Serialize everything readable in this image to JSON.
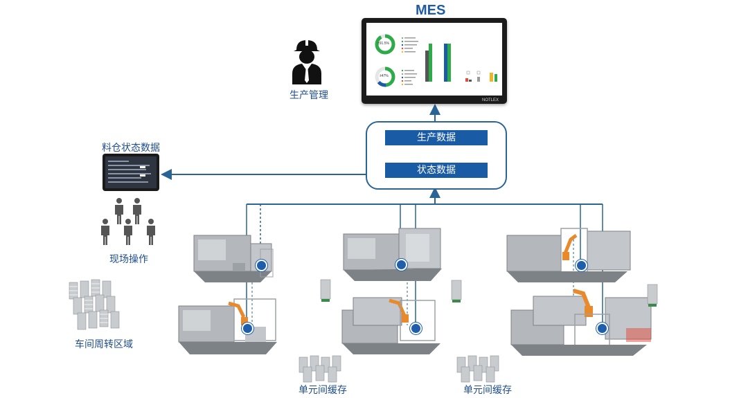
{
  "mes": {
    "title": "MES",
    "brand": "NOTLEX"
  },
  "labels": {
    "production_management": "生产管理",
    "material_bin_status": "料仓状态数据",
    "field_operation": "现场操作",
    "workshop_turnover": "车间周转区域",
    "cell_buffer_1": "单元间缓存",
    "cell_buffer_2": "单元间缓存"
  },
  "data_box": {
    "production_data": "生产数据",
    "status_data": "状态数据"
  },
  "dashboard": {
    "donut1_value": "±91.5%",
    "donut2_value": "±47%"
  },
  "colors": {
    "accent": "#1a5ba6",
    "line": "#2a6495",
    "donut_green": "#2eab49",
    "machine_grey": "#a9adb1",
    "robot_orange": "#e8892b"
  },
  "icons": [
    "worker-helmet-icon",
    "operator-people-icon",
    "machine-status-icon"
  ]
}
